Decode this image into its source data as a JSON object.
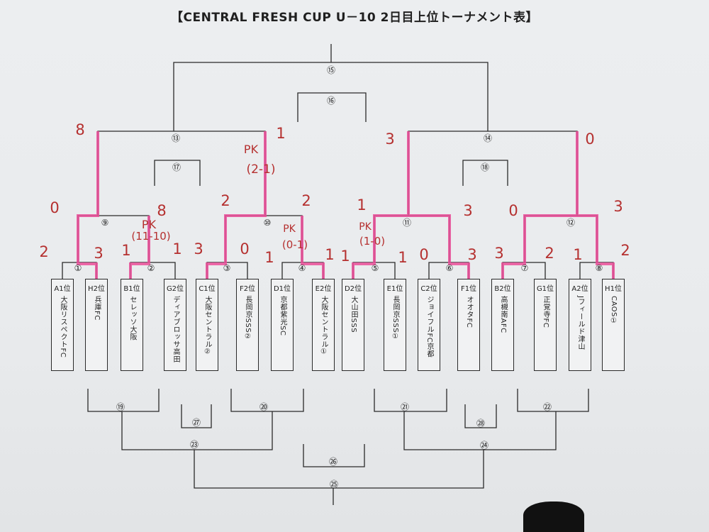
{
  "title": "【CENTRAL FRESH CUP U－10 2日目上位トーナメント表】",
  "teams": [
    {
      "pos": "A1位",
      "name": "大阪リスペクトFC"
    },
    {
      "pos": "H2位",
      "name": "兵庫FC"
    },
    {
      "pos": "B1位",
      "name": "セレッソ大阪"
    },
    {
      "pos": "G2位",
      "name": "ディアブロッサ高田"
    },
    {
      "pos": "C1位",
      "name": "大阪セントラル②"
    },
    {
      "pos": "F2位",
      "name": "長岡京SSS②"
    },
    {
      "pos": "D1位",
      "name": "京都紫光SC"
    },
    {
      "pos": "E2位",
      "name": "大阪セントラル①"
    },
    {
      "pos": "D2位",
      "name": "大山田SSS"
    },
    {
      "pos": "E1位",
      "name": "長岡京SSS①"
    },
    {
      "pos": "C2位",
      "name": "ジョイフルFC京都"
    },
    {
      "pos": "F1位",
      "name": "オオタFC"
    },
    {
      "pos": "B2位",
      "name": "高槻南AFC"
    },
    {
      "pos": "G1位",
      "name": "正覚寺FC"
    },
    {
      "pos": "A2位",
      "name": "Jフィールド津山"
    },
    {
      "pos": "H1位",
      "name": "CAOS①"
    }
  ],
  "match_labels": {
    "m1": "①",
    "m2": "②",
    "m3": "③",
    "m4": "④",
    "m5": "⑤",
    "m6": "⑥",
    "m7": "⑦",
    "m8": "⑧",
    "m9": "⑨",
    "m10": "⑩",
    "m11": "⑪",
    "m12": "⑫",
    "m13": "⑬",
    "m14": "⑭",
    "m15": "⑮",
    "m16": "⑯",
    "m17": "⑰",
    "m18": "⑱",
    "m19": "⑲",
    "m20": "⑳",
    "m21": "㉑",
    "m22": "㉒",
    "m23": "㉓",
    "m24": "㉔",
    "m25": "㉕",
    "m26": "㉖",
    "m27": "㉗",
    "m28": "㉘"
  },
  "scores": {
    "s_a1": "2",
    "s_h2": "3",
    "s_b1": "1",
    "s_g2": "1",
    "s_c1": "3",
    "s_f2": "0",
    "s_d1": "1",
    "s_e2": "1",
    "s_d2": "1",
    "s_e1": "1",
    "s_c2": "0",
    "s_f1": "3",
    "s_b2": "3",
    "s_g1": "2",
    "s_a2": "1",
    "s_h1": "2",
    "s9l": "0",
    "s9r": "8",
    "s10l": "2",
    "s10r": "2",
    "s11l": "1",
    "s11r": "3",
    "s12l": "0",
    "s12r": "3",
    "s13l": "8",
    "s13r": "1",
    "s14l": "3",
    "s14r": "0"
  },
  "pk_notes": {
    "pk2": "PK",
    "pk2s": "(11-10)",
    "pk4": "PK",
    "pk4s": "(0-1)",
    "pk5": "PK",
    "pk5s": "(1-0)",
    "pk10": "PK",
    "pk10s": "(2-1)"
  },
  "colors": {
    "ink": "#1f1f1f",
    "marker_red": "#b5302f",
    "marker_pink": "#ec4f9a"
  }
}
